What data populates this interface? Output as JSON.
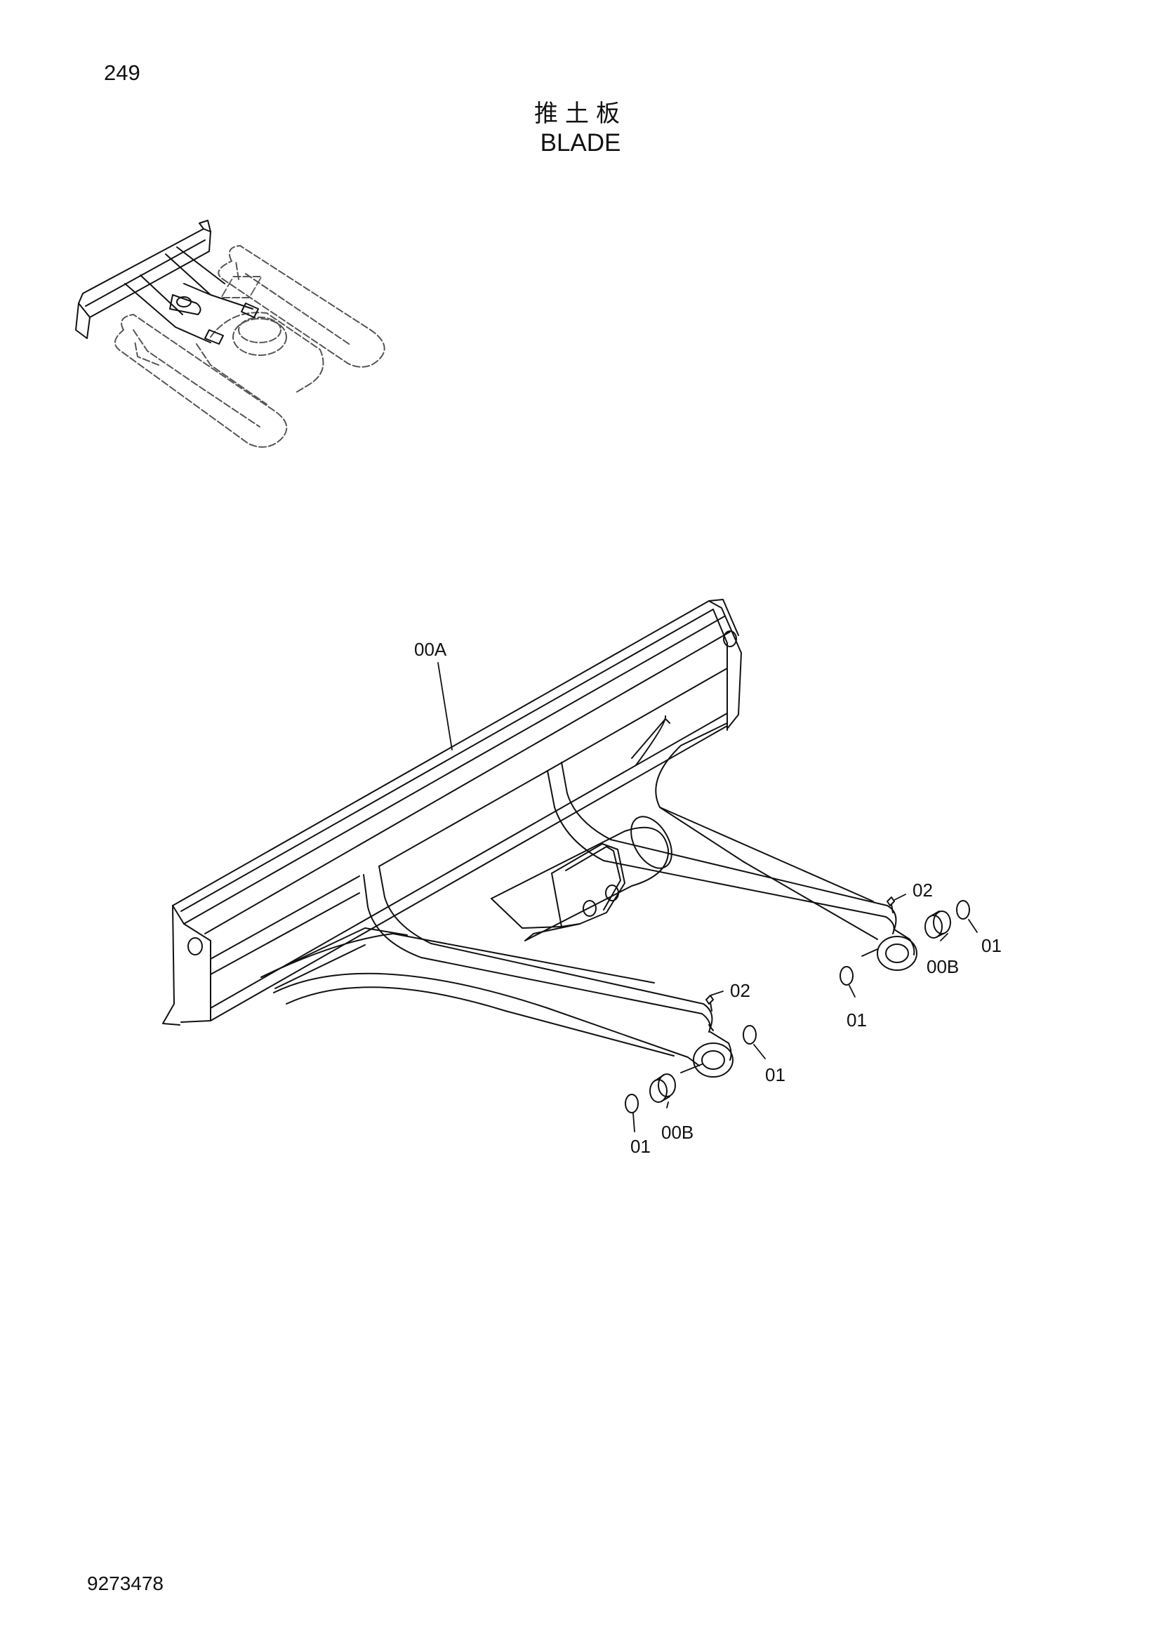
{
  "page": {
    "page_number": "249",
    "title_cn": "推土板",
    "title_en": "BLADE",
    "doc_number": "9273478"
  },
  "callouts": {
    "blade_frame": "00A",
    "pin_right_snap": "02",
    "ring_right_outer": "01",
    "bushing_right": "00B",
    "ring_right_inner": "01",
    "pin_left_snap": "02",
    "ring_left_outer": "01",
    "ring_left_inner": "01",
    "bushing_left": "00B"
  },
  "colors": {
    "line": "#111111",
    "ghost_line": "#555555",
    "background": "#ffffff"
  }
}
